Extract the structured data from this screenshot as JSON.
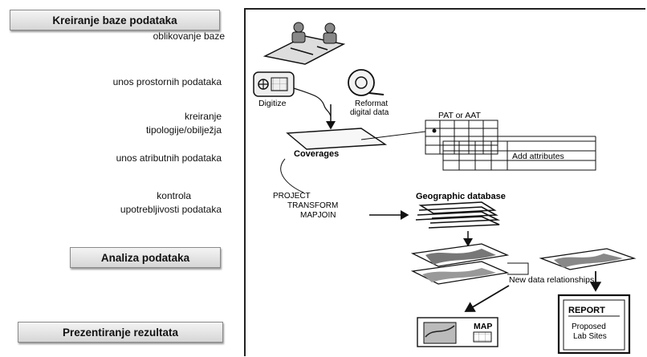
{
  "left_panel": {
    "buttons": {
      "create_db": "Kreiranje baze podataka",
      "analysis": "Analiza podataka",
      "presentation": "Prezentiranje rezultata"
    },
    "steps": {
      "design": "oblikovanje baze",
      "spatial_input": "unos prostornih podataka",
      "topology_1": "kreiranje",
      "topology_2": "tipologije/obilježja",
      "attribute_input": "unos atributnih podataka",
      "control_1": "kontrola",
      "control_2": "upotrebljivosti podataka"
    }
  },
  "diagram": {
    "digitize": "Digitize",
    "reformat_1": "Reformat",
    "reformat_2": "digital data",
    "pat_aat": "PAT or AAT",
    "coverages": "Coverages",
    "add_attributes": "Add attributes",
    "project": "PROJECT",
    "transform": "TRANSFORM",
    "mapjoin": "MAPJOIN",
    "geo_db": "Geographic   database",
    "new_rel": "New data relationships",
    "map": "MAP",
    "report": "REPORT",
    "proposed": "Proposed",
    "lab_sites": "Lab Sites"
  }
}
